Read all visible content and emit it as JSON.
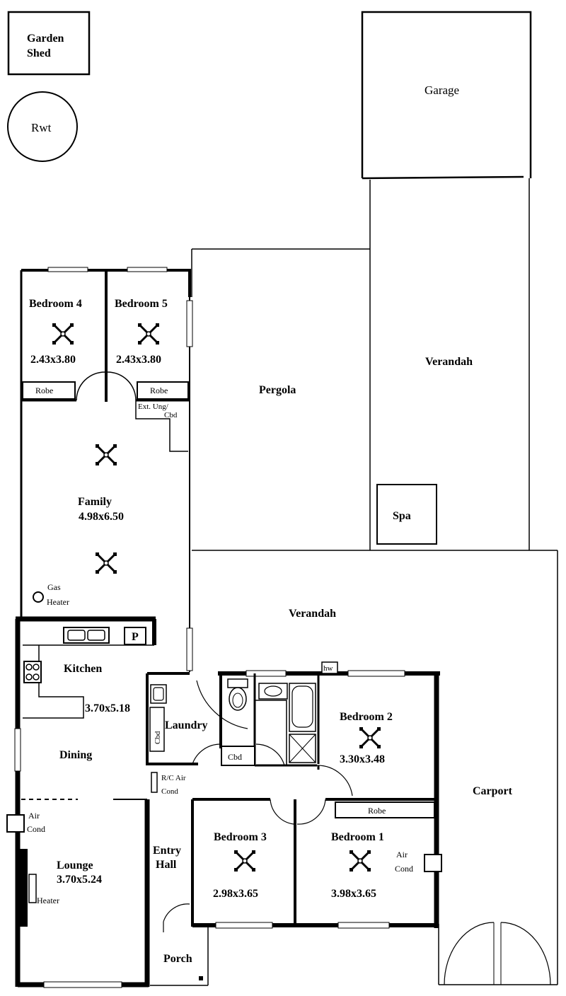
{
  "labels": {
    "garden_shed_1": "Garden",
    "garden_shed_2": "Shed",
    "rwt": "Rwt",
    "garage": "Garage",
    "pergola": "Pergola",
    "verandah_upper": "Verandah",
    "spa": "Spa",
    "verandah_lower": "Verandah",
    "carport": "Carport",
    "bedroom4": "Bedroom 4",
    "bedroom4_size": "2.43x3.80",
    "bedroom5": "Bedroom 5",
    "bedroom5_size": "2.43x3.80",
    "robe_b4": "Robe",
    "robe_b5": "Robe",
    "ext_cbd_1": "Ext. Ung/",
    "ext_cbd_2": "Cbd",
    "family": "Family",
    "family_size": "4.98x6.50",
    "gas_heater_1": "Gas",
    "gas_heater_2": "Heater",
    "pantry": "P",
    "kitchen": "Kitchen",
    "kitchen_size": "3.70x5.18",
    "dining": "Dining",
    "laundry": "Laundry",
    "laundry_cbd": "Cbd",
    "hall_cbd": "Cbd",
    "hw": "hw",
    "bedroom2": "Bedroom 2",
    "bedroom2_size": "3.30x3.48",
    "rc_air_1": "R/C Air",
    "rc_air_2": "Cond",
    "air_cond_lounge_1": "Air",
    "air_cond_lounge_2": "Cond",
    "lounge": "Lounge",
    "lounge_size": "3.70x5.24",
    "heater": "Heater",
    "entry_1": "Entry",
    "entry_2": "Hall",
    "bedroom3": "Bedroom 3",
    "bedroom3_size": "2.98x3.65",
    "robe_b1": "Robe",
    "bedroom1": "Bedroom 1",
    "bedroom1_size": "3.98x3.65",
    "air_cond_b1_1": "Air",
    "air_cond_b1_2": "Cond",
    "porch": "Porch"
  },
  "colors": {
    "line": "#000000",
    "background": "#ffffff"
  },
  "icons": [
    "ceiling-fan-icon",
    "gas-heater-icon",
    "toilet-icon",
    "bath-icon",
    "shower-icon",
    "stove-icon",
    "sink-icon"
  ]
}
